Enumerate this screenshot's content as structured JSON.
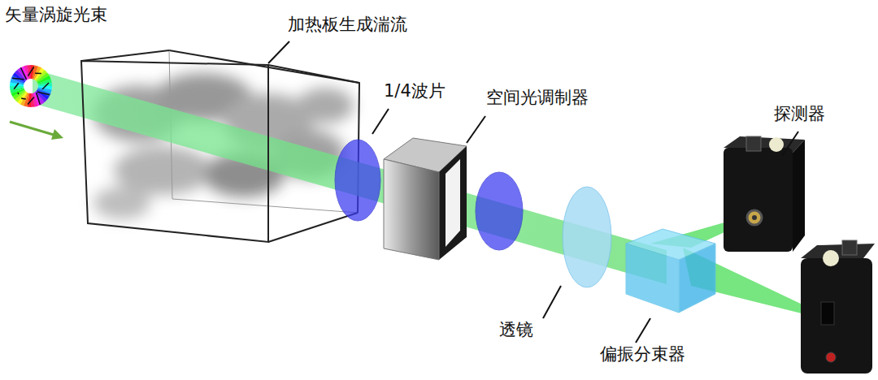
{
  "diagram": {
    "labels": [
      "矢量涡旋光束",
      "加热板生成湍流",
      "1/4波片",
      "空间光调制器",
      "探测器",
      "透镜",
      "偏振分束器"
    ]
  }
}
